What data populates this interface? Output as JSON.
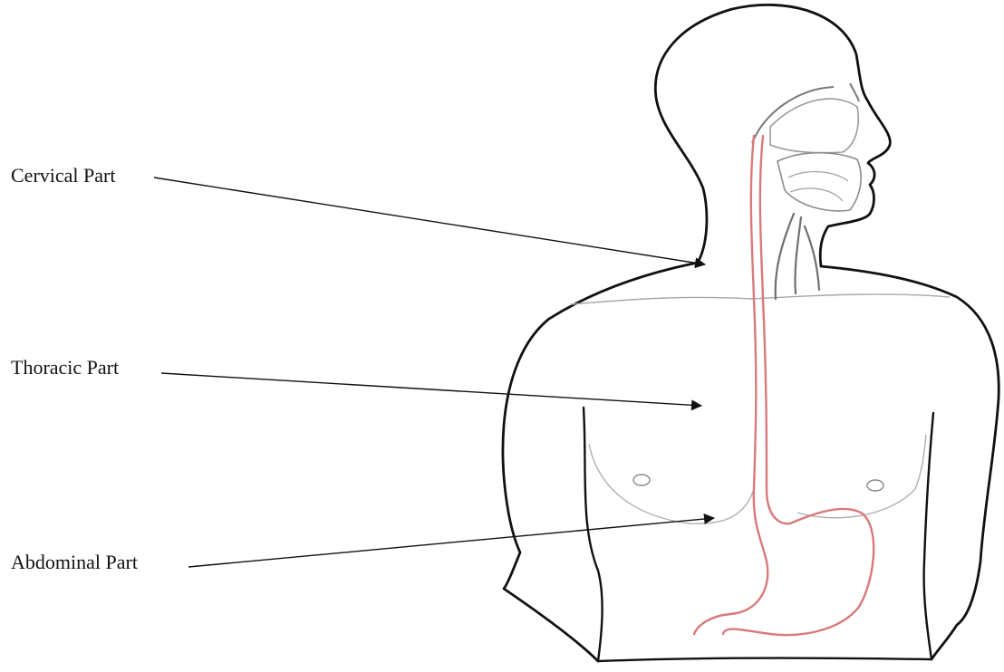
{
  "labels": {
    "cervical": "Cervical Part",
    "thoracic": "Thoracic Part",
    "abdominal": "Abdominal Part"
  },
  "colors": {
    "outline": "#111111",
    "esophagus": "#d9797a",
    "sketch_gray": "#9a9a9a",
    "background": "#ffffff"
  }
}
